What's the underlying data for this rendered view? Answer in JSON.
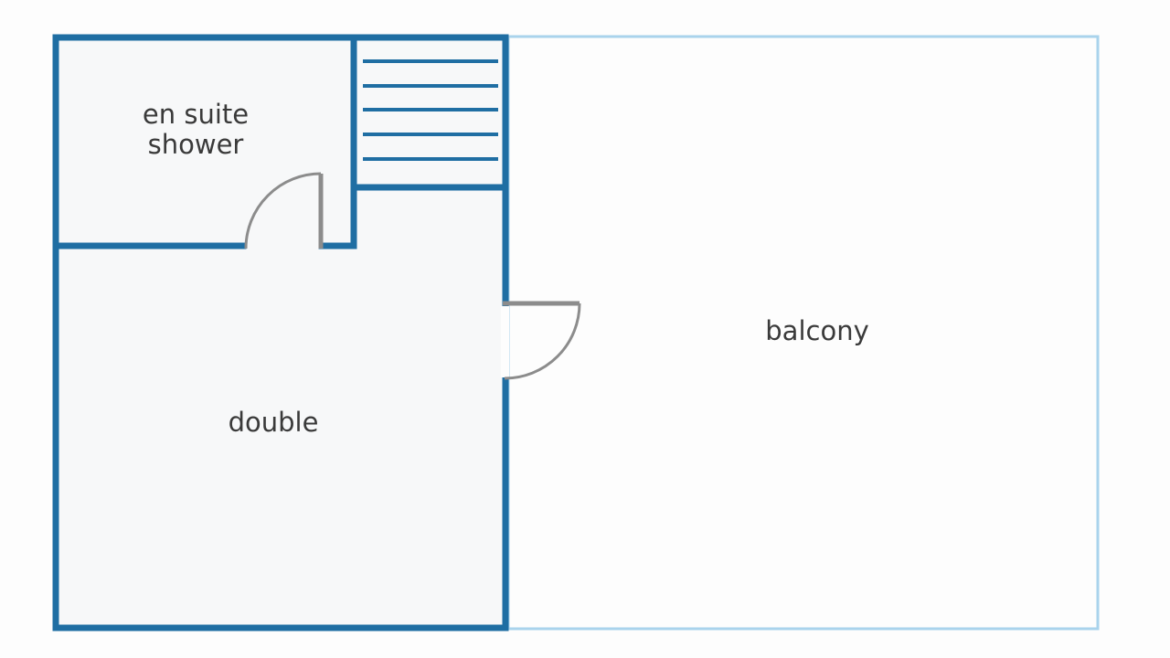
{
  "rooms": {
    "ensuite_line1": "en suite",
    "ensuite_line2": "shower",
    "double": "double",
    "balcony": "balcony"
  },
  "colors": {
    "wall": "#1f6ea3",
    "balcony_outline": "#a9d3ec",
    "door": "#8c8c8c",
    "interior": "#f7f8f9",
    "text": "#3a3a3a"
  },
  "stairs": {
    "steps": 5
  }
}
